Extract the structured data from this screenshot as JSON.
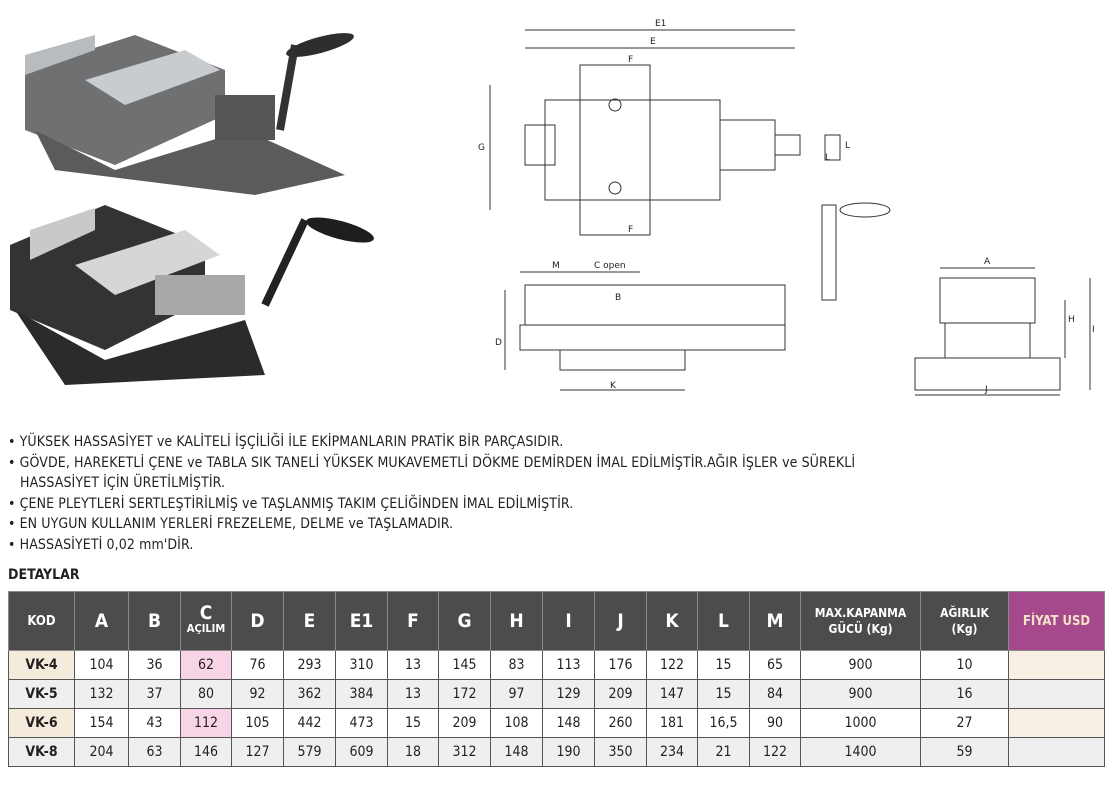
{
  "bullets": [
    "• YÜKSEK HASSASİYET ve KALİTELİ İŞÇİLİĞİ İLE EKİPMANLARIN PRATİK BİR PARÇASIDIR.",
    "• GÖVDE, HAREKETLİ ÇENE ve TABLA SIK TANELİ YÜKSEK MUKAVEMETLİ DÖKME DEMİRDEN İMAL EDİLMİŞTİR.AĞIR İŞLER ve SÜREKLİ",
    "HASSASİYET İÇİN ÜRETİLMİŞTİR.",
    "• ÇENE PLEYTLERİ SERTLEŞTİRİLMİŞ ve TAŞLANMIŞ TAKIM ÇELİĞİNDEN İMAL EDİLMİŞTİR.",
    "• EN UYGUN KULLANIM YERLERİ FREZELEME, DELME ve TAŞLAMADIR.",
    "• HASSASİYETİ 0,02 mm'DİR."
  ],
  "section_title": "DETAYLAR",
  "drawing_labels": {
    "E1": "E1",
    "E": "E",
    "F": "F",
    "G": "G",
    "L": "L",
    "M": "M",
    "C": "C open",
    "B": "B",
    "D": "D",
    "K": "K",
    "A": "A",
    "H": "H",
    "I": "I",
    "J": "J"
  },
  "table": {
    "headers": {
      "kod": "KOD",
      "a": "A",
      "b": "B",
      "c": "C",
      "c_sub": "AÇILIM",
      "d": "D",
      "e": "E",
      "e1": "E1",
      "f": "F",
      "g": "G",
      "h": "H",
      "i": "I",
      "j": "J",
      "k": "K",
      "l": "L",
      "m": "M",
      "max1": "MAX.KAPANMA",
      "max2": "GÜCÜ (Kg)",
      "w1": "AĞIRLIK",
      "w2": "(Kg)",
      "price": "FİYAT USD"
    },
    "rows": [
      [
        "VK-4",
        "104",
        "36",
        "62",
        "76",
        "293",
        "310",
        "13",
        "145",
        "83",
        "113",
        "176",
        "122",
        "15",
        "65",
        "900",
        "10",
        ""
      ],
      [
        "VK-5",
        "132",
        "37",
        "80",
        "92",
        "362",
        "384",
        "13",
        "172",
        "97",
        "129",
        "209",
        "147",
        "15",
        "84",
        "900",
        "16",
        ""
      ],
      [
        "VK-6",
        "154",
        "43",
        "112",
        "105",
        "442",
        "473",
        "15",
        "209",
        "108",
        "148",
        "260",
        "181",
        "16,5",
        "90",
        "1000",
        "27",
        ""
      ],
      [
        "VK-8",
        "204",
        "63",
        "146",
        "127",
        "579",
        "609",
        "18",
        "312",
        "148",
        "190",
        "350",
        "234",
        "21",
        "122",
        "1400",
        "59",
        ""
      ]
    ]
  }
}
